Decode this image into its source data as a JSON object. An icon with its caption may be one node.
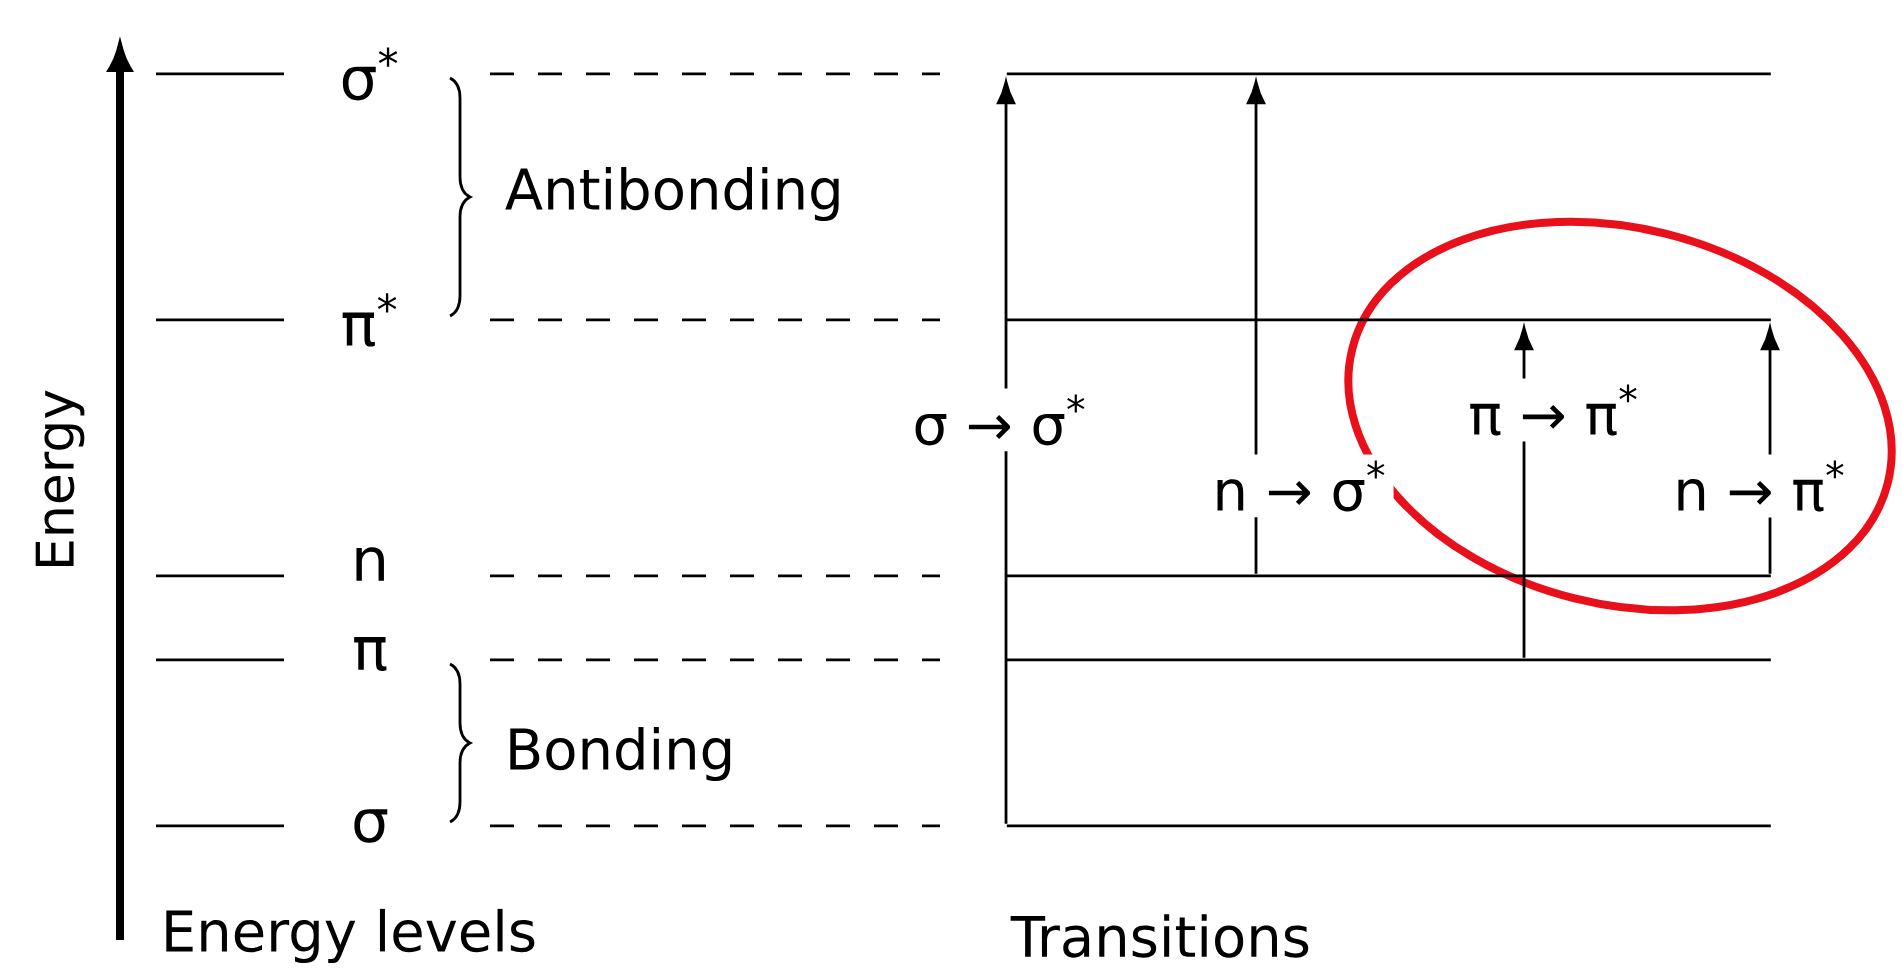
{
  "diagram": {
    "nodes": [
      {
        "text": [],
        "shape": "bar"
      },
      {
        "text": [],
        "shape": "bar"
      },
      {
        "text": [],
        "shape": "bar"
      },
      {
        "text": [],
        "shape": "bar"
      },
      {
        "text": [],
        "shape": "bar"
      }
    ],
    "edges": [
      {
        "from": 4,
        "to": 0,
        "arrow": "to",
        "label": "σ → σ$^{*}$"
      },
      {
        "from": 2,
        "to": 0,
        "arrow": "to",
        "label": "n → σ$^{*}$"
      },
      {
        "from": 3,
        "to": 1,
        "arrow": "to",
        "label": "π → π$^{*}$"
      },
      {
        "from": 2,
        "to": 1,
        "arrow": "to",
        "label": "n → π$^{*}$"
      }
    ],
    "labels": [
      "σ$^{*}$",
      "Antibonding",
      "π$^{*}$",
      "Energy",
      "n",
      "π",
      "Bonding",
      "σ",
      "Energy levels",
      "Transitions"
    ]
  }
}
